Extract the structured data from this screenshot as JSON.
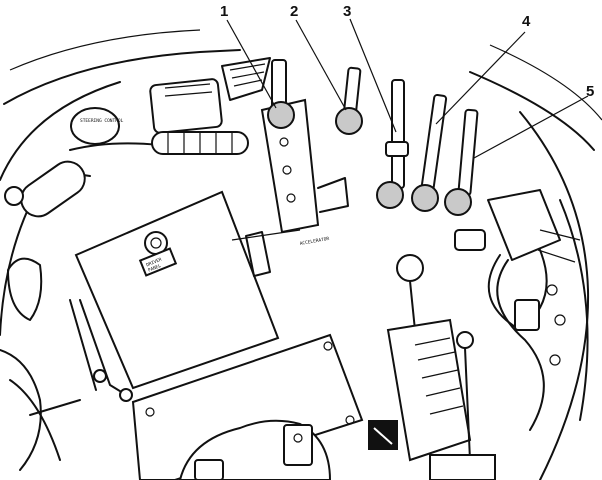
{
  "callouts": [
    {
      "label": "1"
    },
    {
      "label": "2"
    },
    {
      "label": "3"
    },
    {
      "label": "4"
    },
    {
      "label": "5"
    }
  ],
  "stamps": {
    "steering_control": "STEERING CONTROL",
    "accelerator": "ACCELERATOR",
    "panel_plate_top": "DRIVER",
    "panel_plate_bottom": "PANEL"
  },
  "colors": {
    "line": "#111111",
    "knob_fill": "#c9c9c9",
    "background": "#ffffff"
  }
}
